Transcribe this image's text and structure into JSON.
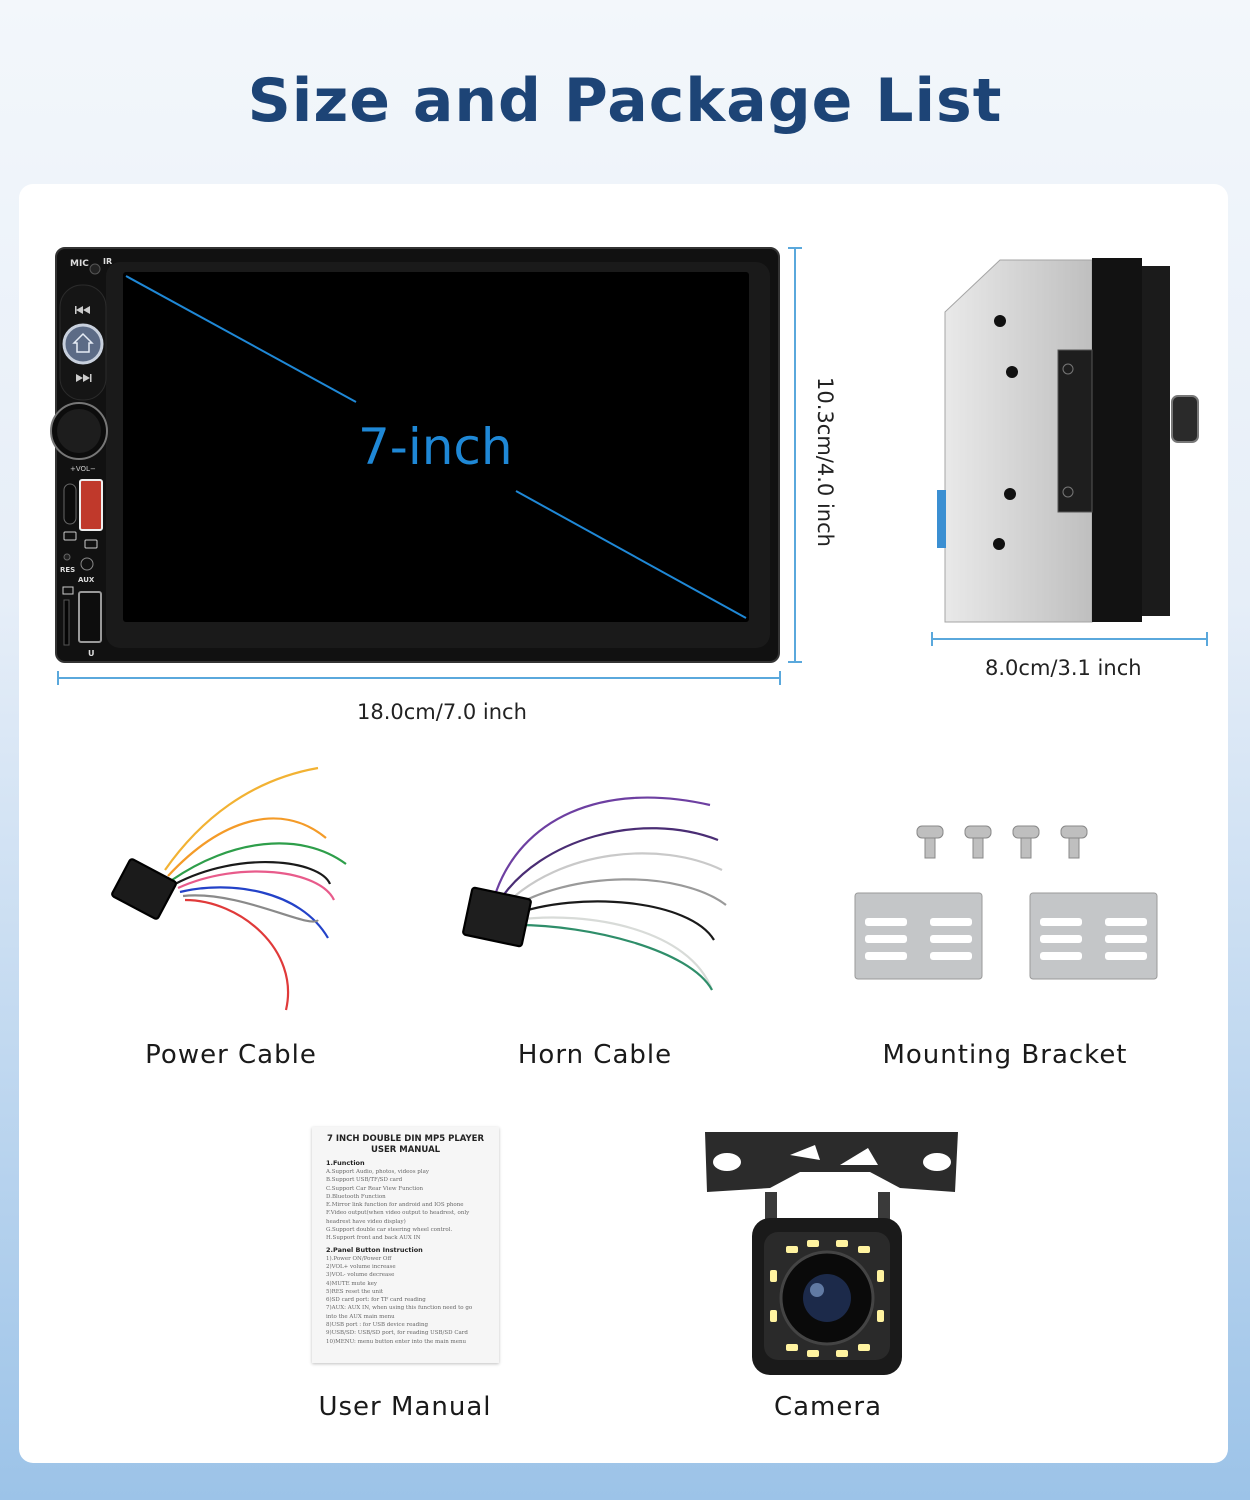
{
  "title": "Size and Package List",
  "colors": {
    "title": "#1d4476",
    "dimension_line": "#5aa8dc",
    "screen_diagonal": "#1f88d6"
  },
  "head_unit": {
    "screen_label": "7-inch",
    "panel_labels": {
      "mic": "MIC",
      "ir": "IR",
      "vol": "+VOL−",
      "res": "RES",
      "aux": "AUX",
      "usb": "U"
    },
    "icons": [
      "prev-track-icon",
      "home-icon",
      "next-track-icon",
      "volume-knob-icon",
      "usb-port-icon"
    ]
  },
  "dimensions": {
    "width": "18.0cm/7.0 inch",
    "height": "10.3cm/4.0 inch",
    "depth": "8.0cm/3.1 inch"
  },
  "items": {
    "power_cable": "Power Cable",
    "horn_cable": "Horn Cable",
    "mounting_bracket": "Mounting Bracket",
    "user_manual": "User Manual",
    "camera": "Camera"
  },
  "manual": {
    "title_line1": "7 INCH DOUBLE DIN MP5 PLAYER",
    "title_line2": "USER MANUAL",
    "section1": "1.Function",
    "section1_lines": [
      "A.Support Audio, photos, videos play",
      "B.Support USB/TF/SD card",
      "C.Support Car Rear View Function",
      "D.Bluetooth Function",
      "E.Mirror link function for android and IOS phone",
      "F.Video output(when video output to headrest, only",
      "headrest have video display)",
      "G.Support double car steering wheel control.",
      "H.Support front and back AUX IN"
    ],
    "section2": "2.Panel Button Instruction",
    "section2_lines": [
      "1).Power ON/Power Off",
      "2)VOL+ volume increase",
      "3)VOL- volume decrease",
      "4)MUTE mute key",
      "5)RES reset the unit",
      "6)SD card port: for TF card reading",
      "7)AUX: AUX IN, when using this function need to go",
      "into the AUX main menu",
      "8)USB port : for USB device reading",
      "9)USB/SD: USB/SD port, for reading USB/SD Card",
      "10)MENU: menu button enter into the main menu"
    ]
  }
}
